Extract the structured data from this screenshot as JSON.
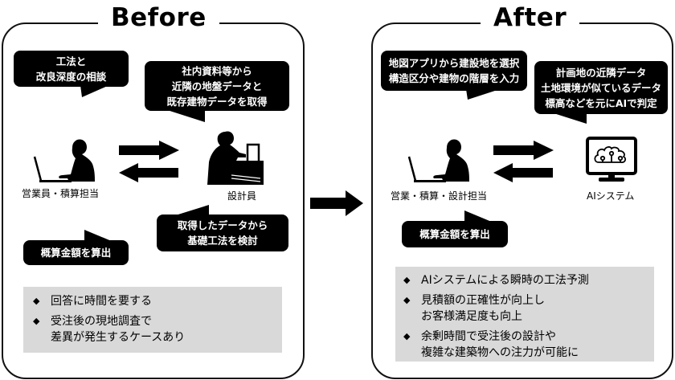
{
  "before": {
    "title": "Before",
    "bubbles": {
      "consult": "工法と\n改良深度の相談",
      "acquire": "社内資料等から\n近隣の地盤データと\n既存建物データを取得",
      "examine": "取得したデータから\n基礎工法を検討",
      "estimate": "概算金額を算出"
    },
    "actors": {
      "sales": "営業員・積算担当",
      "designer": "設計員"
    },
    "notes": [
      "回答に時間を要する",
      "受注後の現地調査で\n差異が発生するケースあり"
    ]
  },
  "after": {
    "title": "After",
    "bubbles": {
      "input": "地図アプリから建設地を選択\n構造区分や建物の階層を入力",
      "ai_judge": "計画地の近隣データ\n土地環境が似ているデータ\n標高などを元にAIで判定",
      "estimate": "概算金額を算出"
    },
    "actors": {
      "staff": "営業・積算・設計担当",
      "ai": "AIシステム"
    },
    "notes": [
      "AIシステムによる瞬時の工法予測",
      "見積額の正確性が向上し\nお客様満足度も向上",
      "余剰時間で受注後の設計や\n複雑な建築物への注力が可能に"
    ]
  },
  "colors": {
    "ink": "#000000",
    "note_bg": "#d9d9d9",
    "background": "#ffffff"
  }
}
